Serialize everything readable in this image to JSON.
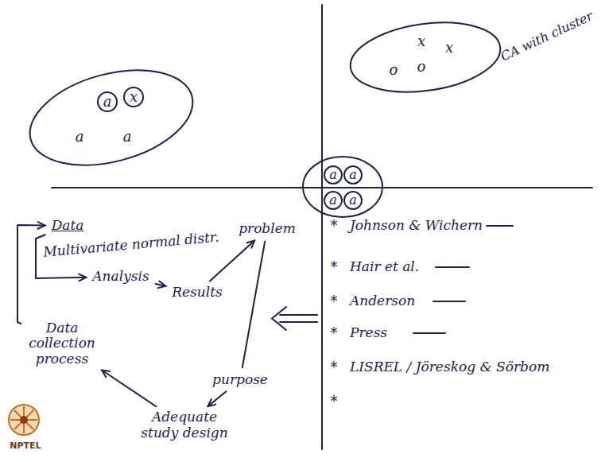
{
  "diagram": {
    "nodes": [
      {
        "text": [
          "Data"
        ]
      },
      {
        "text": [
          "Analysis"
        ]
      },
      {
        "text": [
          "Results"
        ]
      },
      {
        "text": [
          "problem"
        ]
      },
      {
        "text": [
          "purpose"
        ]
      },
      {
        "text": [
          "Adequate study design"
        ]
      },
      {
        "text": [
          "Data collection process"
        ]
      }
    ],
    "edges": [
      {
        "from": 0,
        "to": 1,
        "arrow": "to"
      },
      {
        "from": 1,
        "to": 2,
        "arrow": "to"
      },
      {
        "from": 2,
        "to": 3,
        "arrow": "to"
      },
      {
        "from": 3,
        "to": 4,
        "arrow": "none"
      },
      {
        "from": 4,
        "to": 5,
        "arrow": "to"
      },
      {
        "from": 5,
        "to": 6,
        "arrow": "to"
      },
      {
        "from": 6,
        "to": 0,
        "arrow": "to"
      }
    ],
    "labels": [
      "CA with cluster",
      "a",
      "x",
      "a",
      "a",
      "x",
      "x",
      "o",
      "o",
      "a",
      "a",
      "a",
      "a",
      "Multivariate normal distr.",
      "*",
      "Johnson & Wichern",
      "*",
      "Hair et al.",
      "*",
      "Anderson",
      "*",
      "Press",
      "*",
      "LISREL / Jöreskog & Sörbom",
      "*",
      "NPTEL"
    ]
  }
}
